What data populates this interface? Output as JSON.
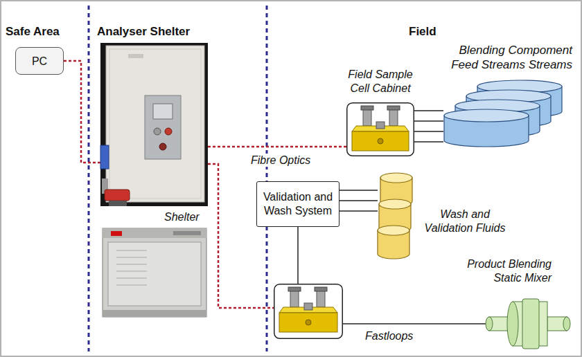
{
  "diagram": {
    "nodes": [
      {
        "text": [
          "PC"
        ]
      },
      {
        "text": [
          "Shelter"
        ]
      },
      {
        "text": [
          "Field Sample Cell Cabinet"
        ]
      },
      {
        "text": [
          "Blending Compoment Feed Streams Streams"
        ]
      },
      {
        "text": [
          "Validation and Wash System"
        ]
      },
      {
        "text": [
          "Wash and Validation Fluids"
        ]
      },
      {
        "text": [
          "Product Blending Static Mixer"
        ]
      }
    ],
    "edges": [
      {
        "from": 0,
        "to": 1,
        "arrow": "none"
      },
      {
        "from": 1,
        "to": 2,
        "arrow": "none",
        "label": "Fibre Optics"
      },
      {
        "from": 2,
        "to": 3,
        "arrow": "none"
      },
      {
        "from": 2,
        "to": 3,
        "arrow": "none"
      },
      {
        "from": 2,
        "to": 3,
        "arrow": "none"
      },
      {
        "from": 2,
        "to": 3,
        "arrow": "none"
      },
      {
        "from": 4,
        "to": 5,
        "arrow": "none"
      },
      {
        "from": 4,
        "to": 5,
        "arrow": "none"
      },
      {
        "from": 4,
        "to": 5,
        "arrow": "none"
      }
    ],
    "labels": [
      "Safe Area",
      "Analyser Shelter",
      "Field",
      "Fastloops"
    ]
  }
}
